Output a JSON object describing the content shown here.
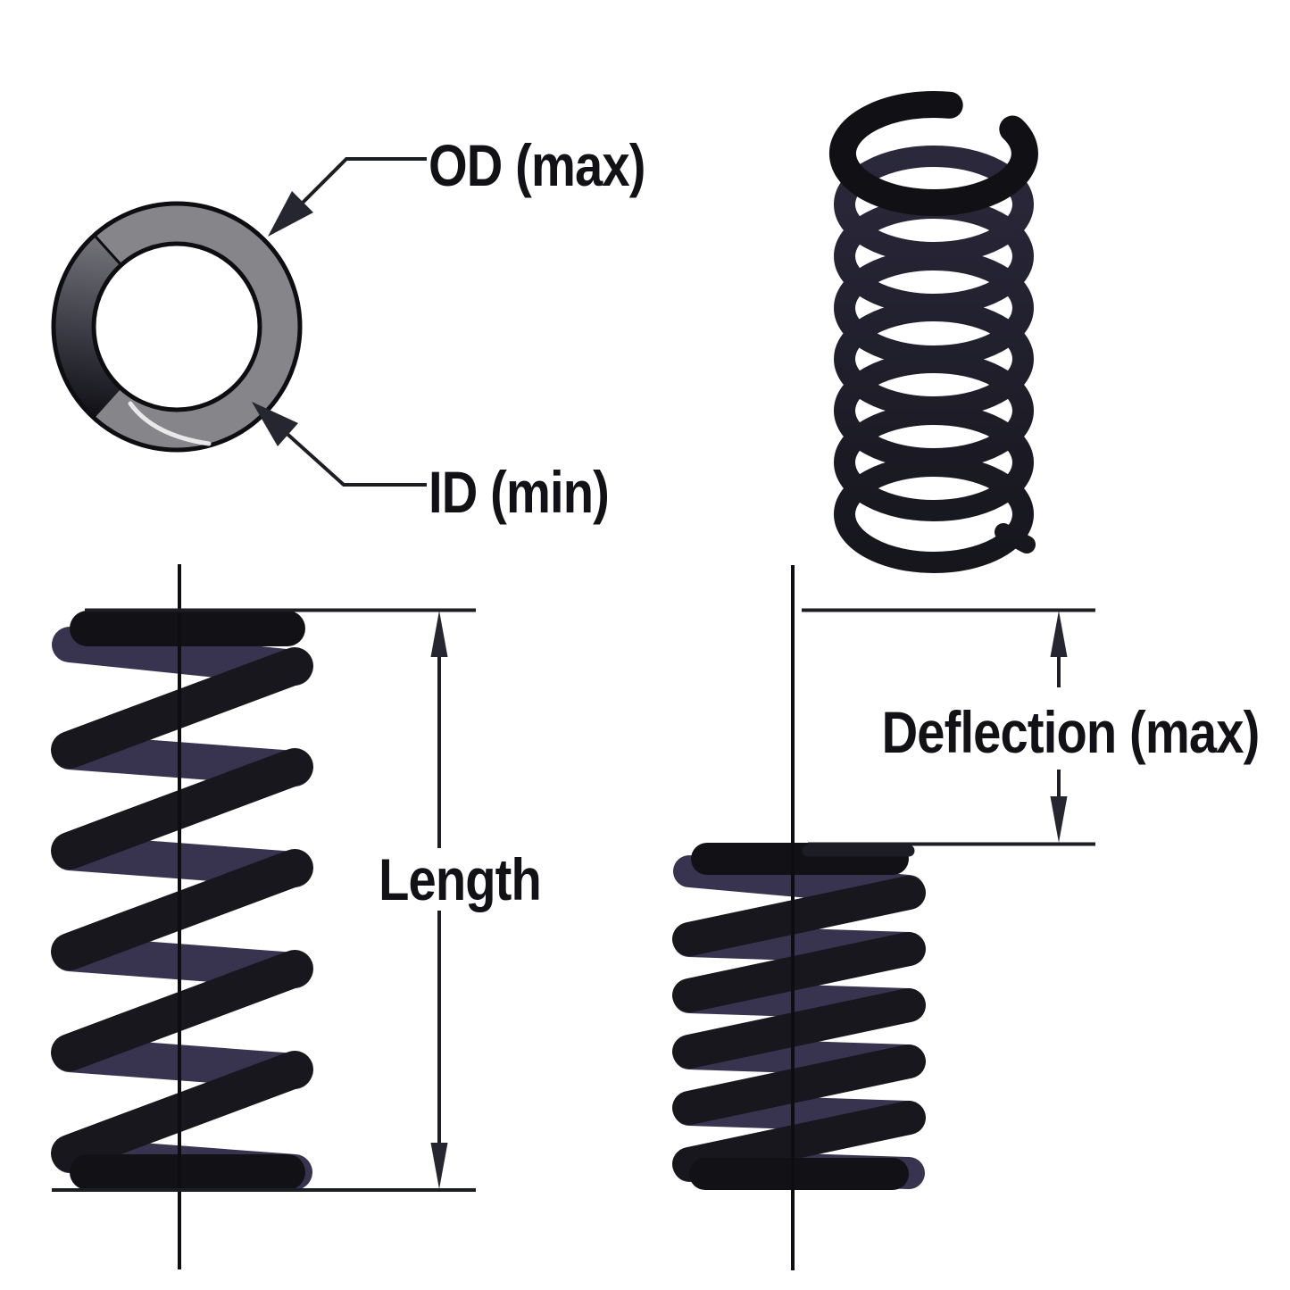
{
  "diagram": {
    "labels": {
      "od": "OD (max)",
      "id": "ID (min)",
      "length": "Length",
      "deflection": "Deflection (max)"
    },
    "colors": {
      "background": "#ffffff",
      "line": "#1d1d24",
      "arrow": "#262630",
      "label_text": "#121216",
      "coil_front": "#17171d",
      "coil_back_sheen": "#38344f",
      "ring_fill": "#85858a",
      "ring_outline": "#0e0e12"
    }
  }
}
